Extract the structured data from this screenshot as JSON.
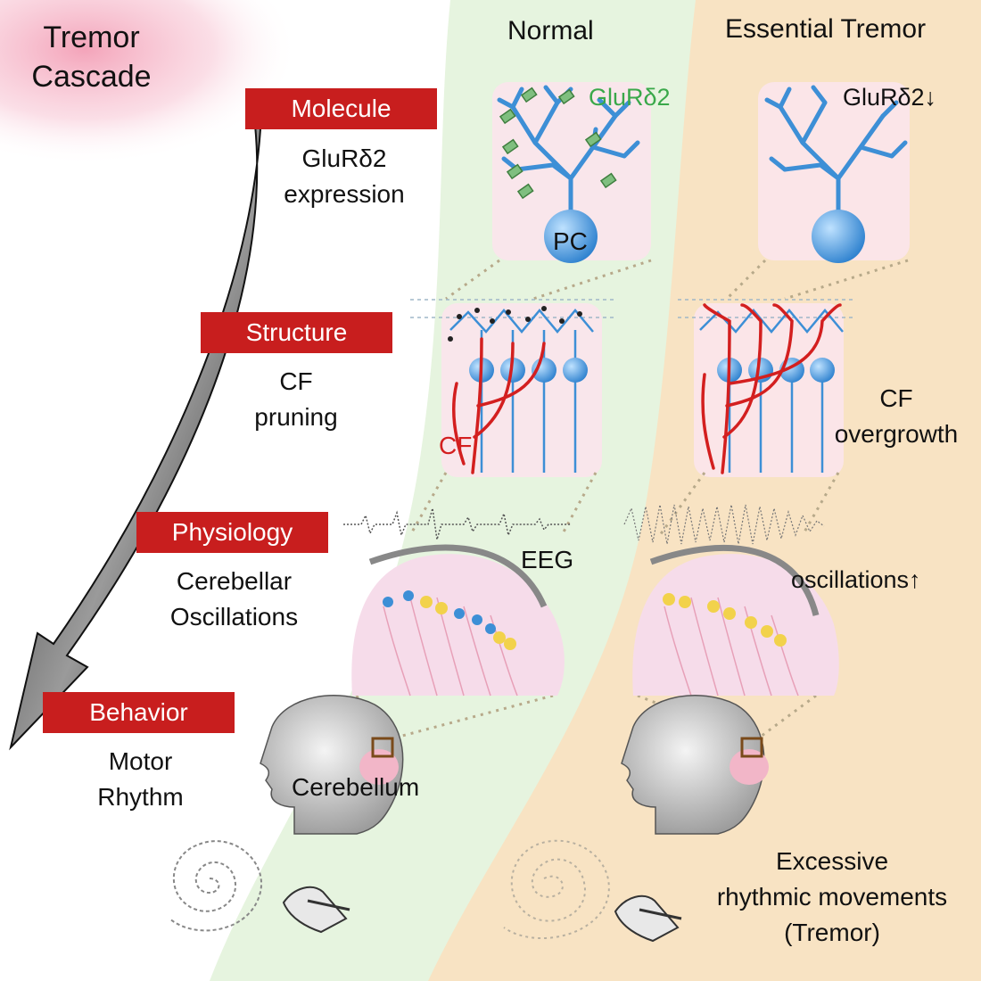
{
  "title": [
    "Tremor",
    "Cascade"
  ],
  "columns": {
    "normal": "Normal",
    "essential": "Essential Tremor"
  },
  "levels": [
    {
      "box": "Molecule",
      "desc": [
        "GluRδ2",
        "expression"
      ]
    },
    {
      "box": "Structure",
      "desc": [
        "CF",
        "pruning"
      ]
    },
    {
      "box": "Physiology",
      "desc": [
        "Cerebellar",
        "Oscillations"
      ]
    },
    {
      "box": "Behavior",
      "desc": [
        "Motor",
        "Rhythm"
      ]
    }
  ],
  "labels": {
    "glur_normal": "GluRδ2",
    "glur_et": "GluRδ2↓",
    "pc": "PC",
    "cf": "CF",
    "cf_overgrowth": [
      "CF",
      "overgrowth"
    ],
    "eeg": "EEG",
    "oscillations": "oscillations↑",
    "cerebellum": "Cerebellum",
    "tremor_outcome": [
      "Excessive",
      "rhythmic movements",
      "(Tremor)"
    ]
  },
  "colors": {
    "box_red": "#c81e1e",
    "normal_bg": "#e8f5e1",
    "et_bg": "#f8e4c4",
    "neuron_blue": "#3d8fd6",
    "climbing_fiber_red": "#d31f1f",
    "glur_green": "#3aa84a",
    "title_glow": "#f6b8c8"
  }
}
